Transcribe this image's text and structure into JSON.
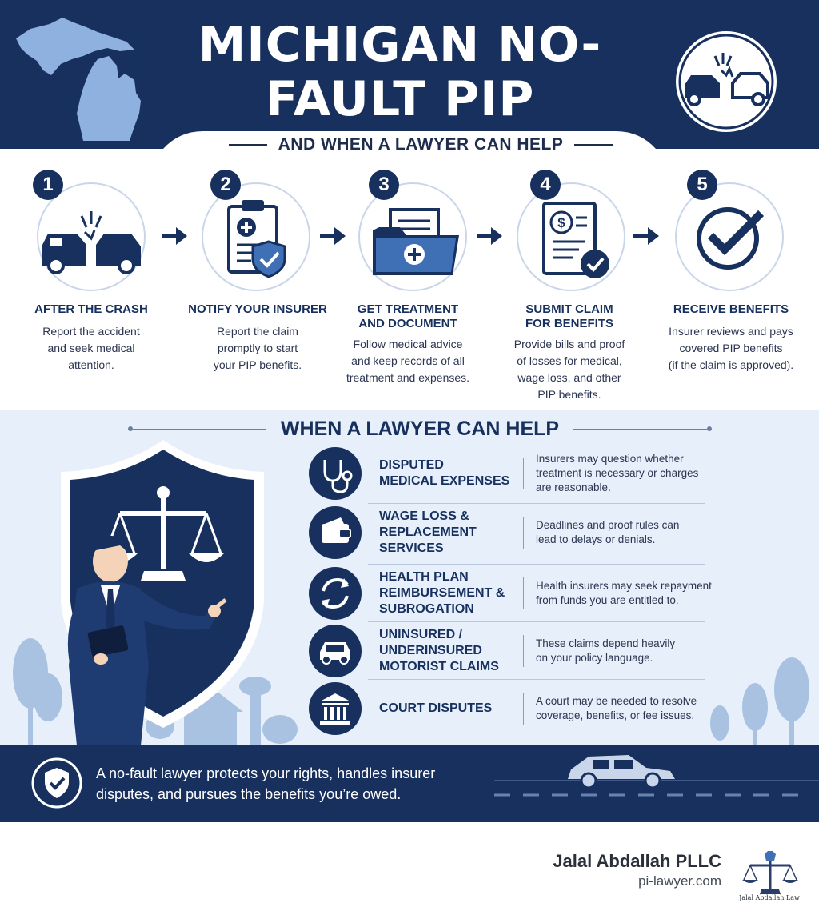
{
  "header": {
    "title_line1": "MICHIGAN NO-FAULT PIP",
    "title_line2": "CLAIM STEPS",
    "subtitle": "AND WHEN A LAWYER CAN HELP",
    "colors": {
      "navy": "#17305e",
      "light_blue": "#8fb1e0"
    },
    "icons": [
      "michigan-map-icon",
      "car-crash-icon"
    ]
  },
  "steps": [
    {
      "number": "1",
      "title": "AFTER THE CRASH",
      "desc_lines": [
        "Report the accident",
        "and seek medical",
        "attention."
      ],
      "icon": "car-crash-icon"
    },
    {
      "number": "2",
      "title": "NOTIFY YOUR INSURER",
      "desc_lines": [
        "Report the claim",
        "promptly to start",
        "your PIP benefits."
      ],
      "icon": "clipboard-shield-icon"
    },
    {
      "number": "3",
      "title_lines": [
        "GET TREATMENT",
        "AND DOCUMENT"
      ],
      "desc_lines": [
        "Follow medical advice",
        "and keep records of all",
        "treatment and expenses."
      ],
      "icon": "medical-folder-icon"
    },
    {
      "number": "4",
      "title_lines": [
        "SUBMIT CLAIM",
        "FOR BENEFITS"
      ],
      "desc_lines": [
        "Provide bills and proof",
        "of losses for medical,",
        "wage loss, and other",
        "PIP benefits."
      ],
      "icon": "claim-document-icon"
    },
    {
      "number": "5",
      "title": "RECEIVE BENEFITS",
      "desc_lines": [
        "Insurer reviews and pays",
        "covered PIP benefits",
        "(if the claim is approved)."
      ],
      "icon": "checkmark-circle-icon"
    }
  ],
  "help": {
    "heading": "WHEN A LAWYER CAN HELP",
    "items": [
      {
        "label_lines": [
          "DISPUTED",
          "MEDICAL EXPENSES"
        ],
        "text_lines": [
          "Insurers may question whether",
          "treatment is necessary or charges",
          "are reasonable."
        ],
        "icon": "stethoscope-icon"
      },
      {
        "label_lines": [
          "WAGE LOSS &",
          "REPLACEMENT",
          "SERVICES"
        ],
        "text_lines": [
          "Deadlines and proof rules can",
          "lead to delays or denials."
        ],
        "icon": "wallet-icon"
      },
      {
        "label_lines": [
          "HEALTH PLAN",
          "REIMBURSEMENT &",
          "SUBROGATION"
        ],
        "text_lines": [
          "Health insurers may seek repayment",
          "from funds you are entitled to."
        ],
        "icon": "refresh-arrows-icon"
      },
      {
        "label_lines": [
          "UNINSURED /",
          "UNDERINSURED",
          "MOTORIST CLAIMS"
        ],
        "text_lines": [
          "These claims depend heavily",
          "on your policy language."
        ],
        "icon": "car-icon"
      },
      {
        "label_lines": [
          "COURT DISPUTES"
        ],
        "text_lines": [
          "A court may be needed to resolve",
          "coverage, benefits, or fee issues."
        ],
        "icon": "courthouse-icon"
      }
    ]
  },
  "footer": {
    "text_lines": [
      "A no-fault lawyer protects your rights, handles insurer",
      "disputes, and pursues the benefits you’re owed."
    ],
    "icon": "shield-check-icon"
  },
  "brand": {
    "name": "Jalal Abdallah PLLC",
    "url": "pi-lawyer.com",
    "logo_text": "Jalal Abdallah Law"
  }
}
